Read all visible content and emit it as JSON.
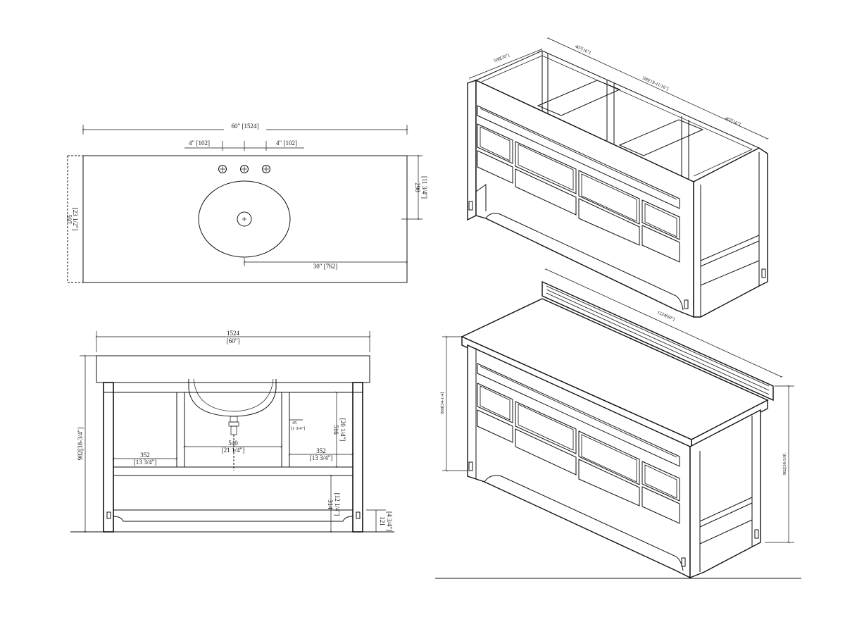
{
  "top_view": {
    "overall_width": "60\" [1524]",
    "faucet_left": "4\" [102]",
    "faucet_right": "4\" [102]",
    "depth_mm": "597",
    "depth_in": "[23 1/2\"]",
    "drain_depth_mm": "298",
    "drain_depth_in": "[11 3/4\"]",
    "drain_offset": "30\" [762]"
  },
  "front_view": {
    "width_mm": "1524",
    "width_in": "[60\"]",
    "height": "982[38-3/4\"]",
    "leg_width_mm": "45",
    "leg_width_in": "[1 3/4\"]",
    "cabinet_height_mm": "516",
    "cabinet_height_in": "[20 1/4\"]",
    "center_opening_mm": "540",
    "center_opening_in": "[21 1/4\"]",
    "left_opening_mm": "352",
    "left_opening_in": "[13 3/4\"]",
    "right_opening_mm": "352",
    "right_opening_in": "[13 3/4\"]",
    "shelf_height_mm": "314",
    "shelf_height_in": "[12 1/4\"]",
    "base_height_mm": "121",
    "base_height_in": "[4 3/4\"]"
  },
  "iso_frame": {
    "side_depth": "508[20\"]",
    "bay_left": "407[16\"]",
    "bay_center": "500[19-11/16\"]",
    "bay_right": "407[16\"]"
  },
  "iso_full": {
    "width": "1524[60\"]",
    "cabinet_height": "868[34-1/4]",
    "total_height": "982[38-5/8]"
  }
}
